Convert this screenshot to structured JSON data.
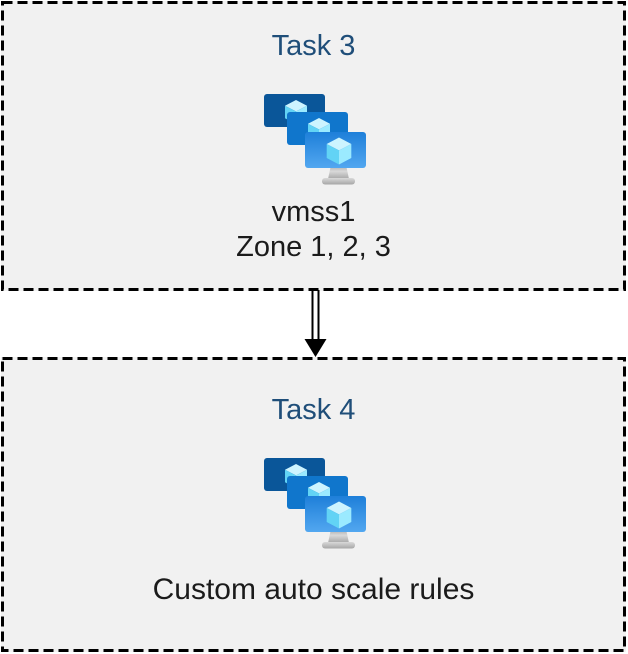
{
  "diagram": {
    "tasks": [
      {
        "id": "task3",
        "title": "Task 3",
        "icon": "vm-scale-sets-icon",
        "lines": [
          "vmss1",
          "Zone 1, 2, 3"
        ]
      },
      {
        "id": "task4",
        "title": "Task 4",
        "icon": "vm-scale-sets-icon",
        "lines": [
          "Custom auto scale rules"
        ]
      }
    ],
    "connector": {
      "type": "double-line-arrow",
      "direction": "down"
    },
    "colors": {
      "title_text": "#1f4e79",
      "body_text": "#1b1b1b",
      "box_fill": "#f1f1f1",
      "box_border": "#000000",
      "monitor_back": "#0a5699",
      "monitor_middle": "#1076cc",
      "monitor_front_start": "#1e7fd9",
      "monitor_front_end": "#52a7f0",
      "cube_top": "#cdf4ff",
      "cube_left": "#62d3f5",
      "cube_right": "#9beaff",
      "stand_light": "#d9d9d9",
      "stand_dark": "#a6a6a6"
    }
  }
}
